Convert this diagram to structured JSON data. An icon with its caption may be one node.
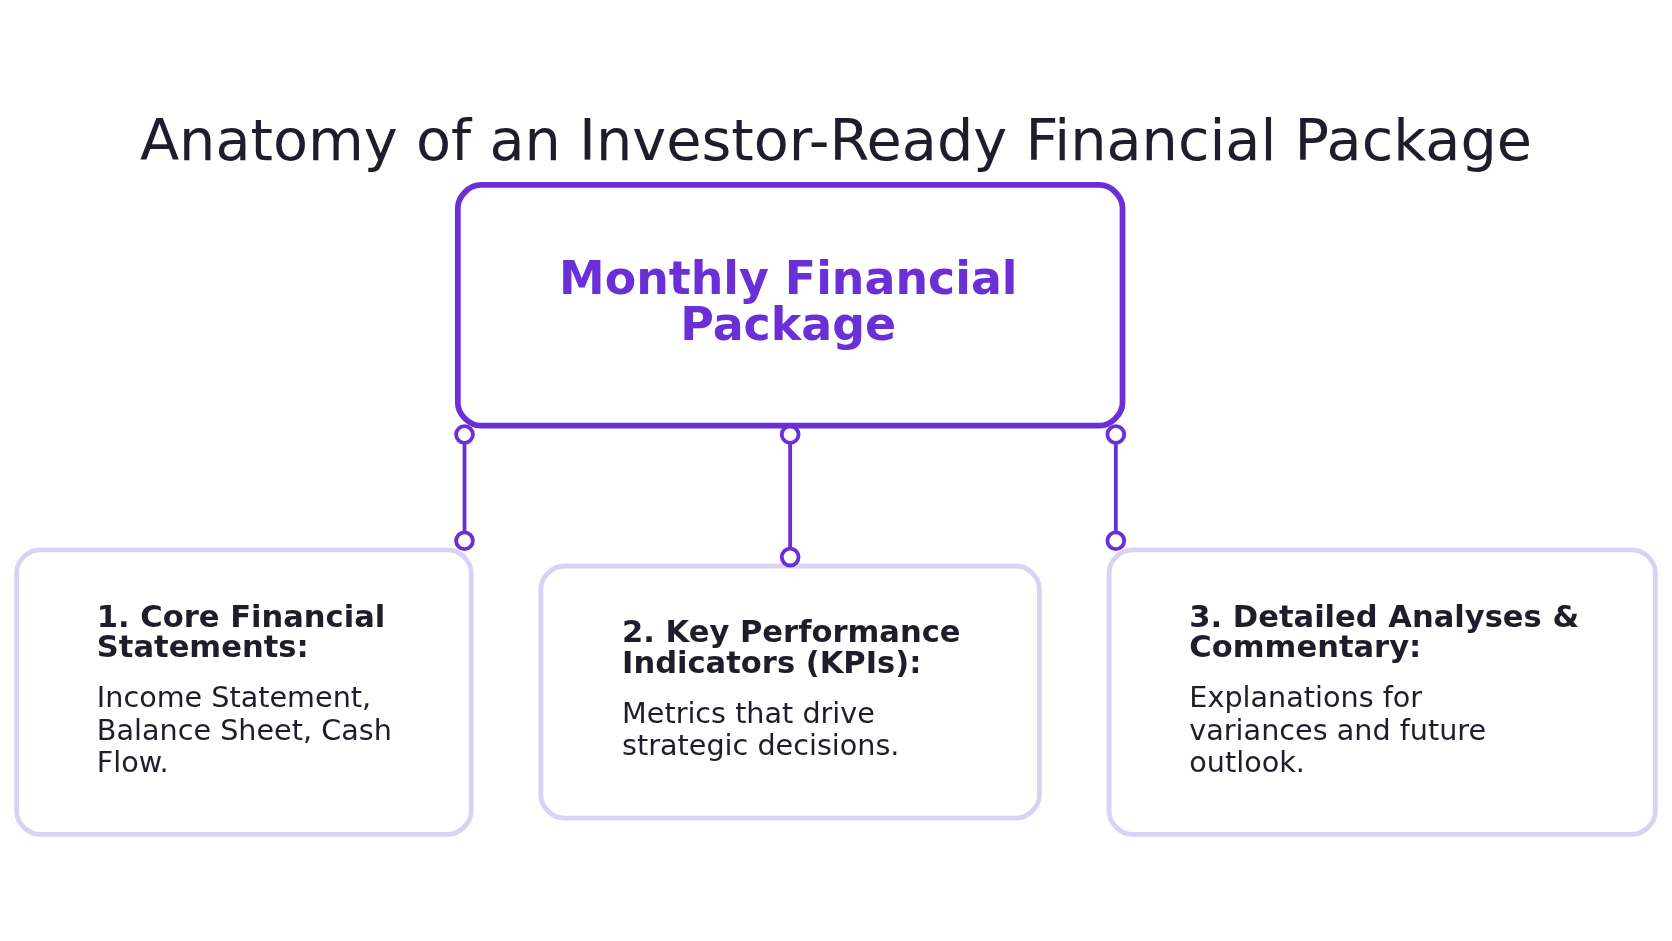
{
  "diagram": {
    "title": "Anatomy of an Investor-Ready Financial Package",
    "nodes": [
      {
        "text": [
          "Monthly Financial Package"
        ]
      },
      {
        "text": [
          "1. Core Financial Statements:",
          "Income Statement, Balance Sheet, Cash Flow."
        ]
      },
      {
        "text": [
          "2. Key Performance Indicators (KPIs):",
          "Metrics that drive strategic decisions."
        ]
      },
      {
        "text": [
          "3. Detailed Analyses & Commentary:",
          "Explanations for variances and future outlook."
        ]
      }
    ],
    "edges": [
      {
        "from": 0,
        "to": 1,
        "arrow": "other"
      },
      {
        "from": 0,
        "to": 2,
        "arrow": "other"
      },
      {
        "from": 0,
        "to": 3,
        "arrow": "other"
      }
    ]
  }
}
